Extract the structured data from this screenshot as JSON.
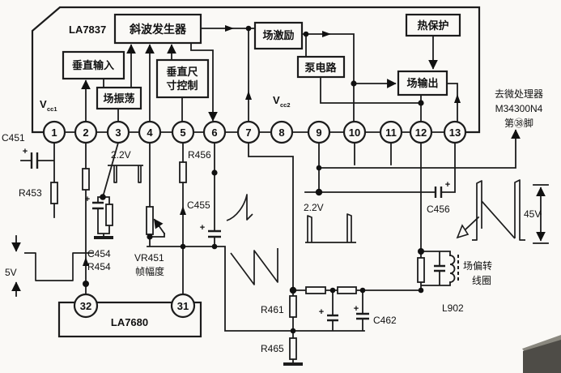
{
  "ic": {
    "label": "LA7837",
    "pins": [
      "1",
      "2",
      "3",
      "4",
      "5",
      "6",
      "7",
      "8",
      "9",
      "10",
      "11",
      "12",
      "13"
    ],
    "supply": {
      "vcc1_base": "V",
      "vcc1_sub": "cc1",
      "vcc2_base": "V",
      "vcc2_sub": "cc2"
    },
    "blocks": {
      "ramp_generator": "斜波发生器",
      "vertical_input": "垂直输入",
      "field_oscillator": "场振荡",
      "vertical_size_line1": "垂直尺",
      "vertical_size_line2": "寸控制",
      "field_drive": "场激励",
      "thermal_protection": "热保护",
      "pump_circuit": "泵电路",
      "field_output": "场输出"
    }
  },
  "companion_ic": {
    "label": "LA7680",
    "pin_32": "32",
    "pin_31": "31"
  },
  "components": {
    "c451": "C451",
    "r453": "R453",
    "c454": "C454",
    "r454": "R454",
    "vr451": "VR451",
    "vr451_function": "帧幅度",
    "r456": "R456",
    "c455": "C455",
    "r461": "R461",
    "r465": "R465",
    "c462": "C462",
    "c456": "C456",
    "l902": "L902",
    "deflection_coil_line1": "场偏转",
    "deflection_coil_line2": "线圈"
  },
  "annotations": {
    "pulse_5v": "5V",
    "pulse_2v2_osc": "2.2V",
    "pulse_2v2_out": "2.2V",
    "deflection_45v": "45V",
    "micro_line1": "去微处理器",
    "micro_line2": "M34300N4",
    "micro_line3": "第㊳脚",
    "plus": "+"
  }
}
